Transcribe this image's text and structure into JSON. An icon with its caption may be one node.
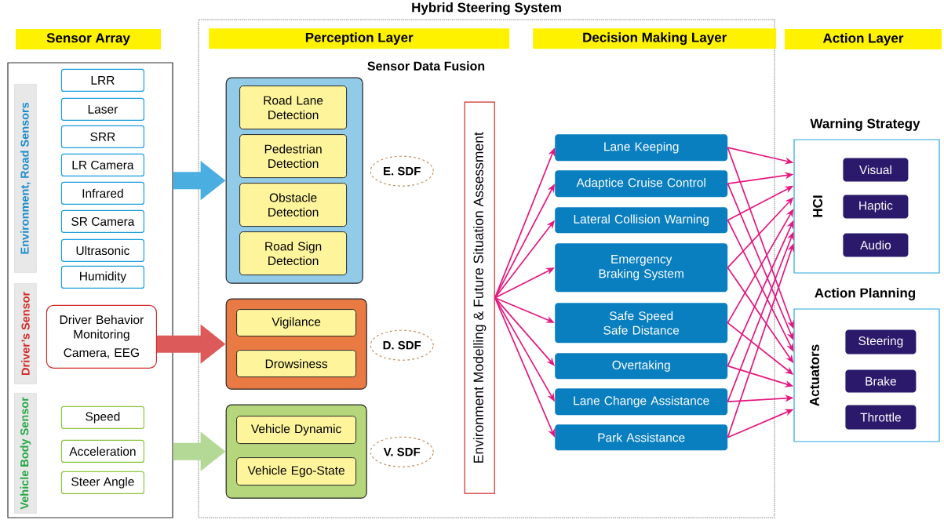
{
  "diagram": {
    "nodes": [
      {
        "text": [
          "Sensor Array"
        ]
      },
      {
        "text": [
          "Hybrid Steering System"
        ]
      },
      {
        "text": [
          "Perception Layer"
        ],
        "in": 1
      },
      {
        "text": [
          "Decision Making Layer"
        ],
        "in": 1
      },
      {
        "text": [
          "Action Layer"
        ]
      },
      {
        "text": [],
        "shape": "box"
      },
      {
        "text": [
          "Environment, Road Sensors"
        ],
        "in": 5
      },
      {
        "text": [
          "LRR"
        ],
        "in": 5
      },
      {
        "text": [
          "Laser"
        ],
        "in": 5
      },
      {
        "text": [
          "SRR"
        ],
        "in": 5
      },
      {
        "text": [
          "LR Camera"
        ],
        "in": 5
      },
      {
        "text": [
          "Infrared"
        ],
        "in": 5
      },
      {
        "text": [
          "SR Camera"
        ],
        "in": 5
      },
      {
        "text": [
          "Ultrasonic"
        ],
        "in": 5
      },
      {
        "text": [
          "Humidity"
        ],
        "in": 5
      },
      {
        "text": [
          "Driver’s Sensor"
        ],
        "in": 5
      },
      {
        "text": [
          "Driver Behavior Monitoring",
          "Camera, EEG"
        ],
        "in": 5
      },
      {
        "text": [
          "Vehicle Body Sensor"
        ],
        "in": 5
      },
      {
        "text": [
          "Speed"
        ],
        "in": 5
      },
      {
        "text": [
          "Acceleration"
        ],
        "in": 5
      },
      {
        "text": [
          "Steer Angle"
        ],
        "in": 5
      },
      {
        "text": [],
        "shape": "box",
        "in": 1
      },
      {
        "text": [
          "Road Lane Detection"
        ],
        "in": 21
      },
      {
        "text": [
          "Pedestrian Detection"
        ],
        "in": 21
      },
      {
        "text": [
          "Obstacle Detection"
        ],
        "in": 21
      },
      {
        "text": [
          "Road Sign Detection"
        ],
        "in": 21
      },
      {
        "text": [],
        "shape": "box",
        "in": 1
      },
      {
        "text": [
          "Vigilance"
        ],
        "in": 26
      },
      {
        "text": [
          "Drowsiness"
        ],
        "in": 26
      },
      {
        "text": [],
        "shape": "box",
        "in": 1
      },
      {
        "text": [
          "Vehicle Dynamic"
        ],
        "in": 29
      },
      {
        "text": [
          "Vehicle Ego-State"
        ],
        "in": 29
      },
      {
        "text": [
          "E. SDF"
        ],
        "in": 1
      },
      {
        "text": [
          "D. SDF"
        ],
        "in": 1
      },
      {
        "text": [
          "V. SDF"
        ],
        "in": 1
      },
      {
        "text": [
          "Environment Modelling & Future Situation Assessment"
        ],
        "in": 1
      },
      {
        "text": [
          "Lane Keeping"
        ],
        "in": 1
      },
      {
        "text": [
          "Adaptice Cruise Control"
        ],
        "in": 1
      },
      {
        "text": [
          "Lateral Collision Warning"
        ],
        "in": 1
      },
      {
        "text": [
          "Emergency Braking System"
        ],
        "in": 1
      },
      {
        "text": [
          "Safe Speed Safe Distance"
        ],
        "in": 1
      },
      {
        "text": [
          "Overtaking"
        ],
        "in": 1
      },
      {
        "text": [
          "Lane Change Assistance"
        ],
        "in": 1
      },
      {
        "text": [
          "Park Assistance"
        ],
        "in": 1
      },
      {
        "text": [
          "Warning Strategy",
          "HCI"
        ]
      },
      {
        "text": [
          "Visual"
        ],
        "in": 44
      },
      {
        "text": [
          "Haptic"
        ],
        "in": 44
      },
      {
        "text": [
          "Audio"
        ],
        "in": 44
      },
      {
        "text": [
          "Action Planning",
          "Actuators"
        ]
      },
      {
        "text": [
          "Steering"
        ],
        "in": 48
      },
      {
        "text": [
          "Brake"
        ],
        "in": 48
      },
      {
        "text": [
          "Throttle"
        ],
        "in": 48
      }
    ],
    "edges": [
      {
        "from": 5,
        "to": 21,
        "arrow": "to",
        "style": "thick",
        "color": "#4aaee0"
      },
      {
        "from": 16,
        "to": 26,
        "arrow": "to",
        "style": "thick",
        "color": "#dd5a5a"
      },
      {
        "from": 5,
        "to": 29,
        "arrow": "to",
        "style": "thick",
        "color": "#b4d896"
      },
      {
        "from": 35,
        "to": 36,
        "arrow": "to"
      },
      {
        "from": 35,
        "to": 37,
        "arrow": "to"
      },
      {
        "from": 35,
        "to": 38,
        "arrow": "to"
      },
      {
        "from": 35,
        "to": 39,
        "arrow": "to"
      },
      {
        "from": 35,
        "to": 40,
        "arrow": "to"
      },
      {
        "from": 35,
        "to": 41,
        "arrow": "to"
      },
      {
        "from": 35,
        "to": 42,
        "arrow": "to"
      },
      {
        "from": 35,
        "to": 43,
        "arrow": "to"
      },
      {
        "from": 36,
        "to": 44,
        "arrow": "to"
      },
      {
        "from": 36,
        "to": 48,
        "arrow": "to"
      },
      {
        "from": 37,
        "to": 44,
        "arrow": "to"
      },
      {
        "from": 37,
        "to": 48,
        "arrow": "to"
      },
      {
        "from": 38,
        "to": 44,
        "arrow": "to"
      },
      {
        "from": 38,
        "to": 48,
        "arrow": "to"
      },
      {
        "from": 39,
        "to": 44,
        "arrow": "to"
      },
      {
        "from": 39,
        "to": 48,
        "arrow": "to"
      },
      {
        "from": 40,
        "to": 44,
        "arrow": "to"
      },
      {
        "from": 40,
        "to": 48,
        "arrow": "to"
      },
      {
        "from": 41,
        "to": 44,
        "arrow": "to"
      },
      {
        "from": 41,
        "to": 48,
        "arrow": "to"
      },
      {
        "from": 42,
        "to": 44,
        "arrow": "to"
      },
      {
        "from": 42,
        "to": 48,
        "arrow": "to"
      },
      {
        "from": 43,
        "to": 44,
        "arrow": "to"
      },
      {
        "from": 43,
        "to": 48,
        "arrow": "to"
      }
    ],
    "labels": [
      "Sensor Data Fusion"
    ]
  }
}
